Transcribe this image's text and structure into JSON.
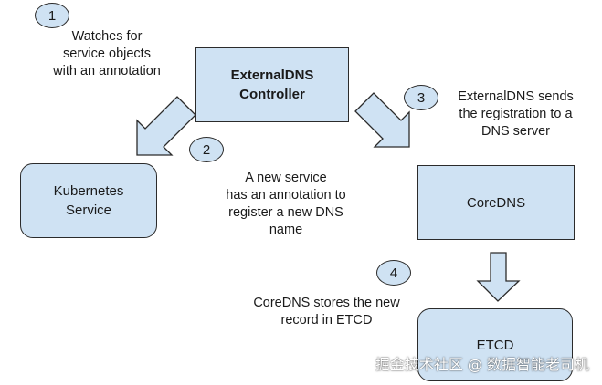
{
  "nodes": {
    "controller": {
      "label_line1": "ExternalDNS",
      "label_line2": "Controller"
    },
    "kubernetes_service": {
      "label_line1": "Kubernetes",
      "label_line2": "Service"
    },
    "coredns": {
      "label": "CoreDNS"
    },
    "etcd": {
      "label": "ETCD"
    }
  },
  "steps": [
    {
      "number": "1",
      "text_lines": [
        "Watches for",
        "service objects",
        "with an annotation"
      ]
    },
    {
      "number": "2",
      "text_lines": [
        "A new service",
        "has an annotation to",
        "register a new DNS",
        "name"
      ]
    },
    {
      "number": "3",
      "text_lines": [
        "ExternalDNS sends",
        "the registration to a",
        "DNS server"
      ]
    },
    {
      "number": "4",
      "text_lines": [
        "CoreDNS stores the new",
        "record in ETCD"
      ]
    }
  ],
  "watermark": "掘金技术社区 @ 数据智能老司机",
  "colors": {
    "box_fill": "#cfe2f3",
    "stroke": "#2b2b2b"
  }
}
